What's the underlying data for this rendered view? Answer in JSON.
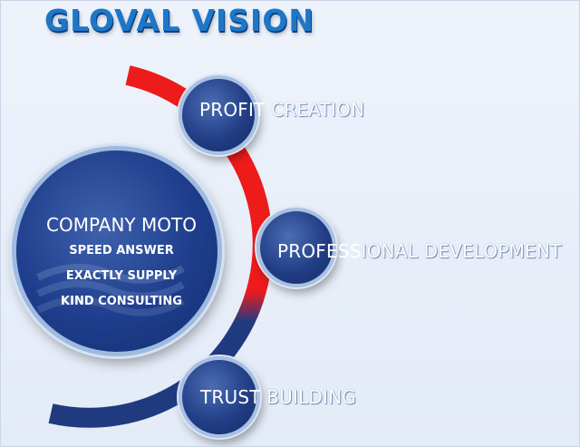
{
  "title": "GLOVAL VISION",
  "moto": {
    "heading": "COMPANY MOTO",
    "items": [
      "SPEED ANSWER",
      "EXACTLY SUPPLY",
      "KIND CONSULTING"
    ]
  },
  "nodes": [
    {
      "inside": "PROFIT",
      "outside": " CREATION"
    },
    {
      "inside": "PROFESS",
      "outside": "IONAL DEVELOPMENT"
    },
    {
      "inside": "TRUST",
      "outside": " BUILDING"
    }
  ],
  "colors": {
    "title": "#1d77c8",
    "arc_red": "#ee1b1b",
    "arc_navy": "#203a80",
    "node_fill": "#223e86"
  }
}
